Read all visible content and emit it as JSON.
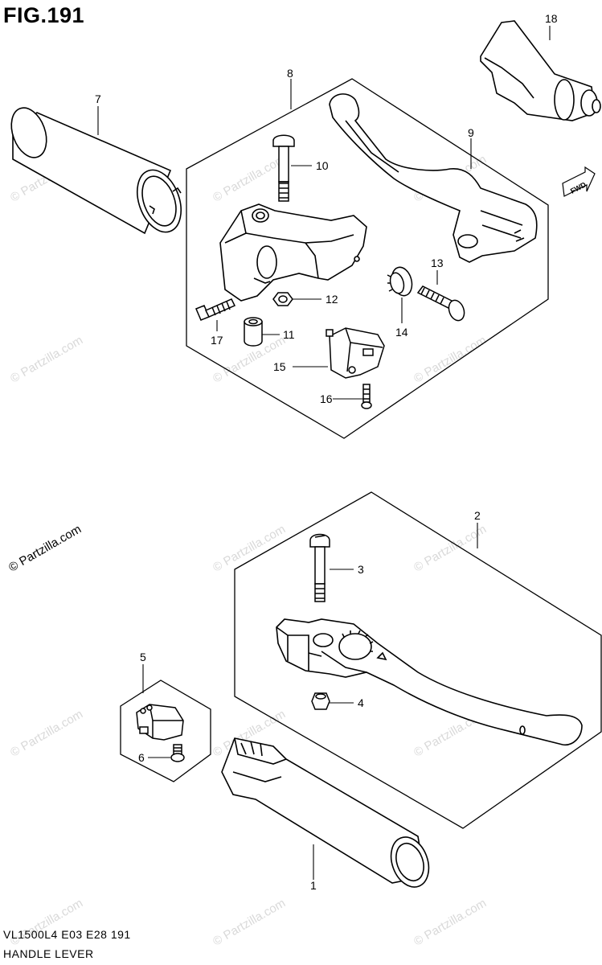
{
  "figure": {
    "title": "FIG.191",
    "model_line": "VL1500L4  E03  E28  191",
    "section_name": "HANDLE LEVER",
    "watermark": "© Partzilla.com",
    "fwd_label": "FWD"
  },
  "callouts": [
    {
      "num": "1",
      "part": "grip-right"
    },
    {
      "num": "2",
      "part": "front-brake-lever-assembly"
    },
    {
      "num": "3",
      "part": "bolt"
    },
    {
      "num": "4",
      "part": "nut"
    },
    {
      "num": "5",
      "part": "front-brake-switch-assembly"
    },
    {
      "num": "6",
      "part": "screw"
    },
    {
      "num": "7",
      "part": "grip-left"
    },
    {
      "num": "8",
      "part": "clutch-lever-holder-assembly"
    },
    {
      "num": "9",
      "part": "clutch-lever"
    },
    {
      "num": "10",
      "part": "bolt"
    },
    {
      "num": "11",
      "part": "collar"
    },
    {
      "num": "12",
      "part": "nut"
    },
    {
      "num": "13",
      "part": "adjuster"
    },
    {
      "num": "14",
      "part": "washer"
    },
    {
      "num": "15",
      "part": "clutch-switch"
    },
    {
      "num": "16",
      "part": "screw"
    },
    {
      "num": "17",
      "part": "screw"
    },
    {
      "num": "18",
      "part": "balancer"
    }
  ]
}
